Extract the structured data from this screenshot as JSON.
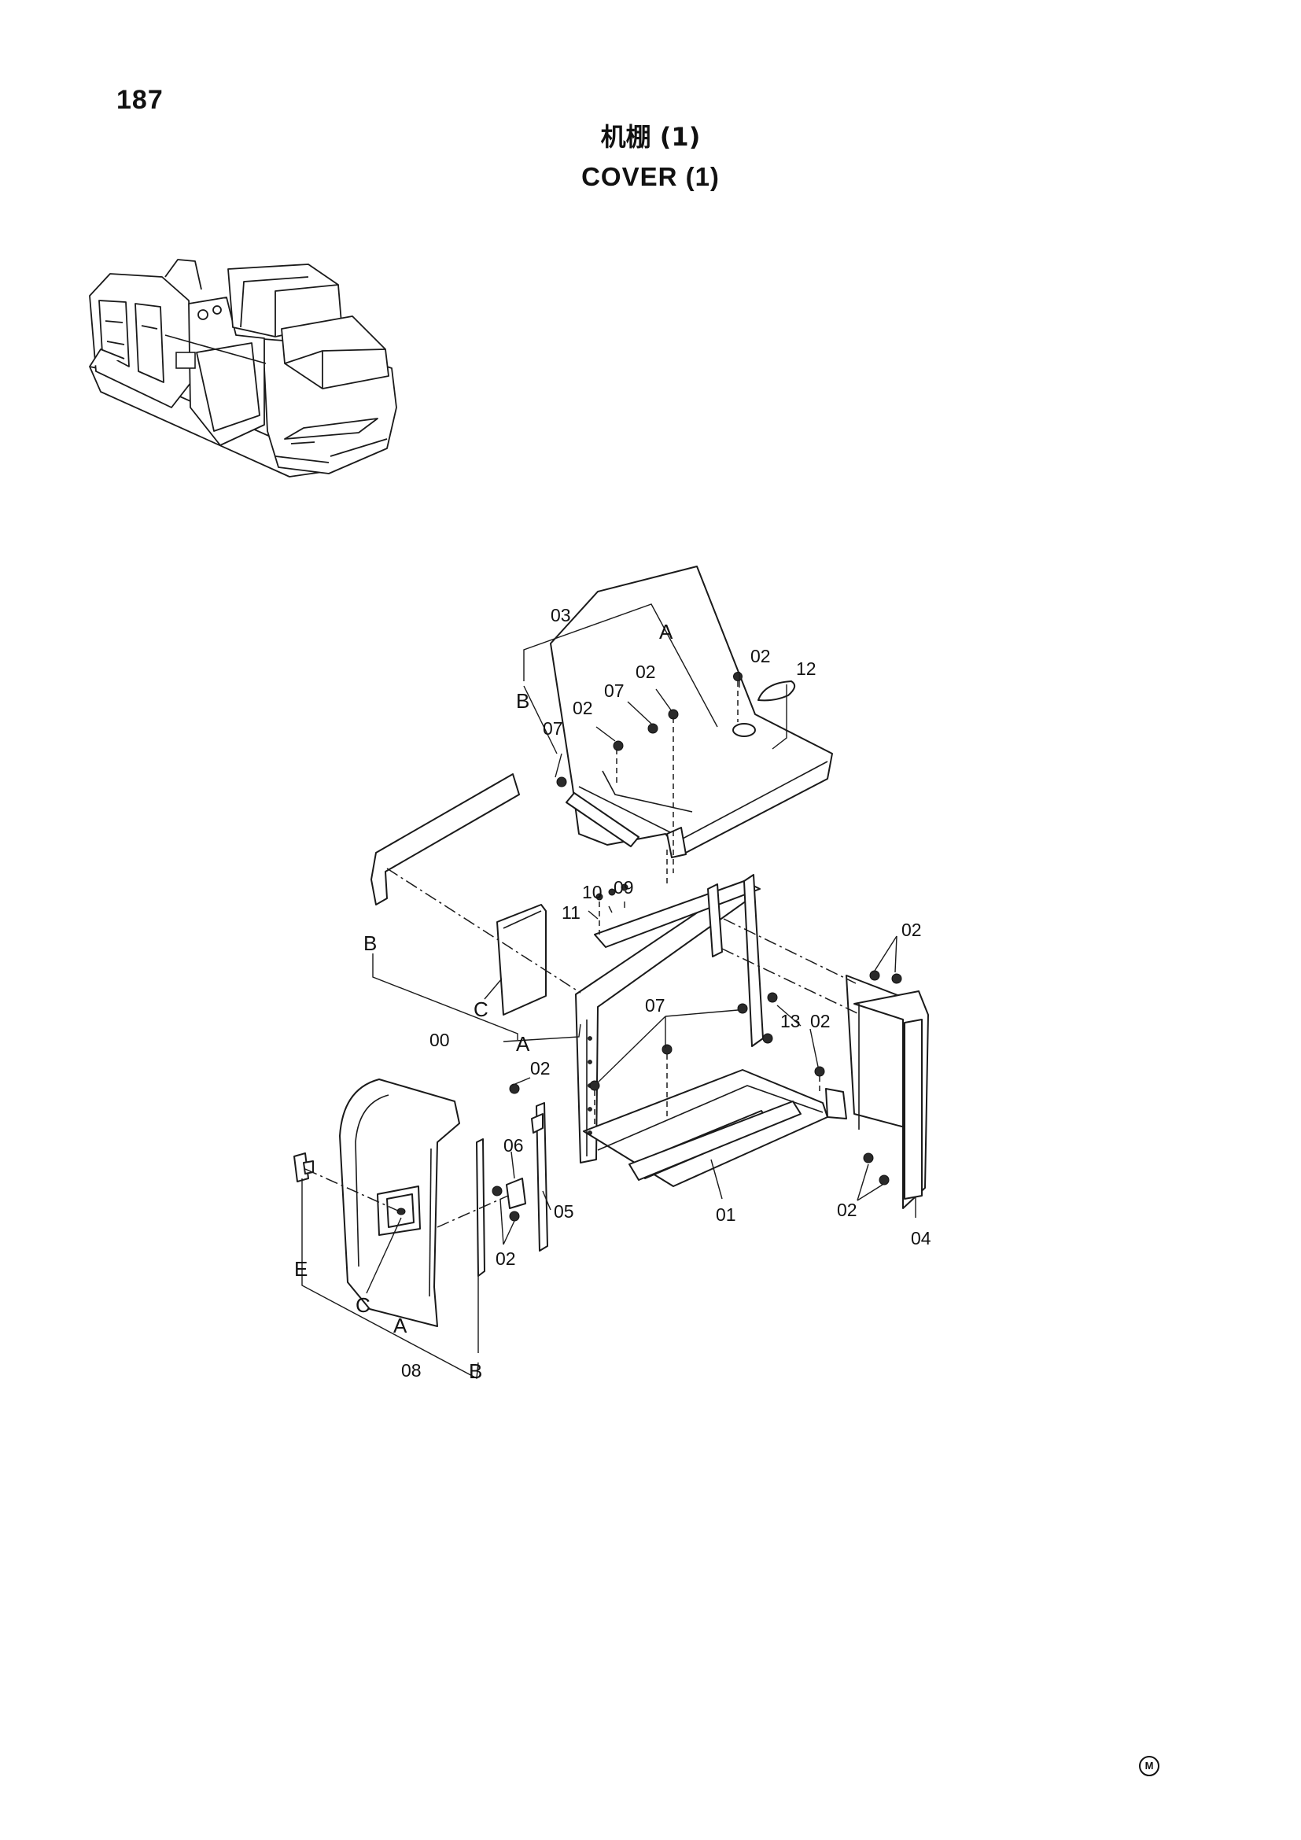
{
  "page": {
    "number": "187",
    "title_cn": "机棚 (1)",
    "title_en": "COVER (1)",
    "corner_mark": "M"
  },
  "labels": {
    "p00": "00",
    "p01": "01",
    "p02": "02",
    "p03": "03",
    "p04": "04",
    "p05": "05",
    "p06": "06",
    "p07": "07",
    "p08": "08",
    "p09": "09",
    "p10": "10",
    "p11": "11",
    "p12": "12",
    "p13": "13",
    "A": "A",
    "B": "B",
    "C": "C",
    "E": "E"
  }
}
